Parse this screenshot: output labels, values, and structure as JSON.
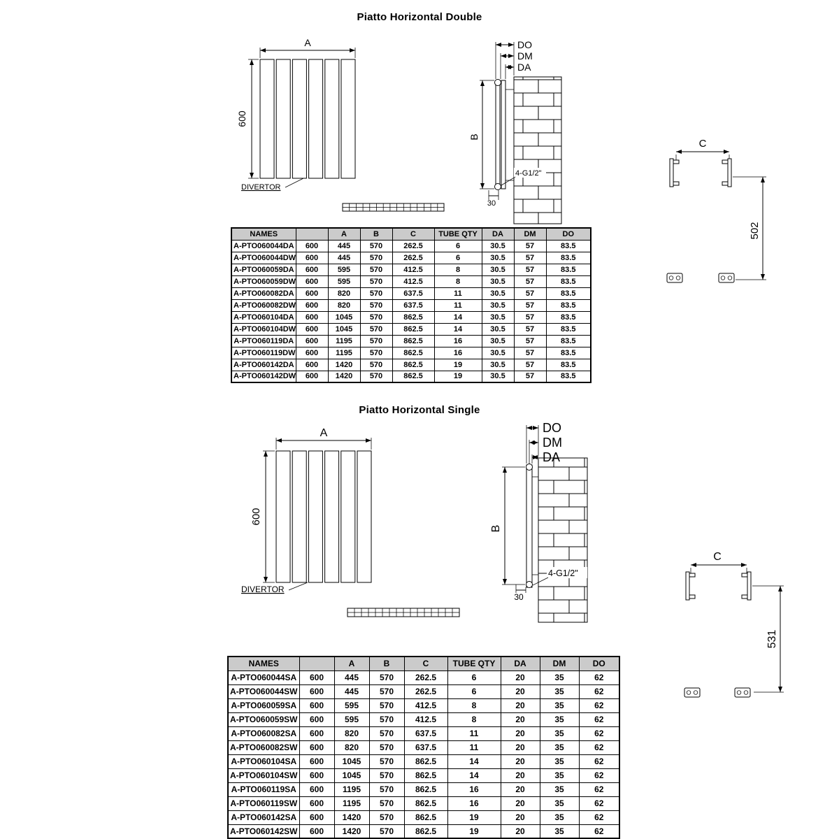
{
  "colors": {
    "table_header_bg": "#cbcbcb",
    "line": "#000000"
  },
  "double": {
    "title": "Piatto Horizontal Double",
    "drawing": {
      "dim_a": "A",
      "dim_height": "600",
      "divertor": "DIVERTOR",
      "dim_b": "B",
      "dim_do": "DO",
      "dim_dm": "DM",
      "dim_da": "DA",
      "thread": "4-G1/2\"",
      "dim_offset": "30",
      "dim_c": "C",
      "dim_span": "502"
    },
    "table": {
      "headers": [
        "NAMES",
        "",
        "A",
        "B",
        "C",
        "TUBE QTY",
        "DA",
        "DM",
        "DO"
      ],
      "rows": [
        [
          "A-PTO060044DA",
          "600",
          "445",
          "570",
          "262.5",
          "6",
          "30.5",
          "57",
          "83.5"
        ],
        [
          "A-PTO060044DW",
          "600",
          "445",
          "570",
          "262.5",
          "6",
          "30.5",
          "57",
          "83.5"
        ],
        [
          "A-PTO060059DA",
          "600",
          "595",
          "570",
          "412.5",
          "8",
          "30.5",
          "57",
          "83.5"
        ],
        [
          "A-PTO060059DW",
          "600",
          "595",
          "570",
          "412.5",
          "8",
          "30.5",
          "57",
          "83.5"
        ],
        [
          "A-PTO060082DA",
          "600",
          "820",
          "570",
          "637.5",
          "11",
          "30.5",
          "57",
          "83.5"
        ],
        [
          "A-PTO060082DW",
          "600",
          "820",
          "570",
          "637.5",
          "11",
          "30.5",
          "57",
          "83.5"
        ],
        [
          "A-PTO060104DA",
          "600",
          "1045",
          "570",
          "862.5",
          "14",
          "30.5",
          "57",
          "83.5"
        ],
        [
          "A-PTO060104DW",
          "600",
          "1045",
          "570",
          "862.5",
          "14",
          "30.5",
          "57",
          "83.5"
        ],
        [
          "A-PTO060119DA",
          "600",
          "1195",
          "570",
          "862.5",
          "16",
          "30.5",
          "57",
          "83.5"
        ],
        [
          "A-PTO060119DW",
          "600",
          "1195",
          "570",
          "862.5",
          "16",
          "30.5",
          "57",
          "83.5"
        ],
        [
          "A-PTO060142DA",
          "600",
          "1420",
          "570",
          "862.5",
          "19",
          "30.5",
          "57",
          "83.5"
        ],
        [
          "A-PTO060142DW",
          "600",
          "1420",
          "570",
          "862.5",
          "19",
          "30.5",
          "57",
          "83.5"
        ]
      ]
    }
  },
  "single": {
    "title": "Piatto Horizontal Single",
    "drawing": {
      "dim_a": "A",
      "dim_height": "600",
      "divertor": "DIVERTOR",
      "dim_b": "B",
      "dim_do": "DO",
      "dim_dm": "DM",
      "dim_da": "DA",
      "thread": "4-G1/2\"",
      "dim_offset": "30",
      "dim_c": "C",
      "dim_span": "531"
    },
    "table": {
      "headers": [
        "NAMES",
        "",
        "A",
        "B",
        "C",
        "TUBE QTY",
        "DA",
        "DM",
        "DO"
      ],
      "rows": [
        [
          "A-PTO060044SA",
          "600",
          "445",
          "570",
          "262.5",
          "6",
          "20",
          "35",
          "62"
        ],
        [
          "A-PTO060044SW",
          "600",
          "445",
          "570",
          "262.5",
          "6",
          "20",
          "35",
          "62"
        ],
        [
          "A-PTO060059SA",
          "600",
          "595",
          "570",
          "412.5",
          "8",
          "20",
          "35",
          "62"
        ],
        [
          "A-PTO060059SW",
          "600",
          "595",
          "570",
          "412.5",
          "8",
          "20",
          "35",
          "62"
        ],
        [
          "A-PTO060082SA",
          "600",
          "820",
          "570",
          "637.5",
          "11",
          "20",
          "35",
          "62"
        ],
        [
          "A-PTO060082SW",
          "600",
          "820",
          "570",
          "637.5",
          "11",
          "20",
          "35",
          "62"
        ],
        [
          "A-PTO060104SA",
          "600",
          "1045",
          "570",
          "862.5",
          "14",
          "20",
          "35",
          "62"
        ],
        [
          "A-PTO060104SW",
          "600",
          "1045",
          "570",
          "862.5",
          "14",
          "20",
          "35",
          "62"
        ],
        [
          "A-PTO060119SA",
          "600",
          "1195",
          "570",
          "862.5",
          "16",
          "20",
          "35",
          "62"
        ],
        [
          "A-PTO060119SW",
          "600",
          "1195",
          "570",
          "862.5",
          "16",
          "20",
          "35",
          "62"
        ],
        [
          "A-PTO060142SA",
          "600",
          "1420",
          "570",
          "862.5",
          "19",
          "20",
          "35",
          "62"
        ],
        [
          "A-PTO060142SW",
          "600",
          "1420",
          "570",
          "862.5",
          "19",
          "20",
          "35",
          "62"
        ]
      ]
    }
  }
}
